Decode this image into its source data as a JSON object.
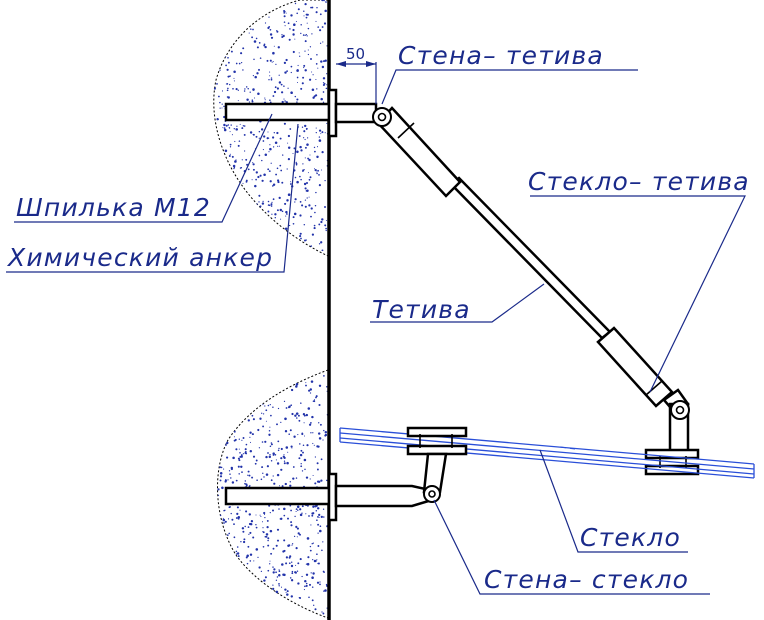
{
  "labels": {
    "wall_rod": "Стена– тетива",
    "glass_rod": "Стекло– тетива",
    "stud": "Шпилька М12",
    "anchor": "Химический анкер",
    "rod": "Тетива",
    "glass": "Стекло",
    "wall_glass": "Стена– стекло"
  },
  "dimension": {
    "value": "50"
  },
  "colors": {
    "annotation": "#1a2a8a",
    "glass": "#2a4fd8",
    "concrete_speckle": "#2233aa",
    "steel": "#000000"
  }
}
